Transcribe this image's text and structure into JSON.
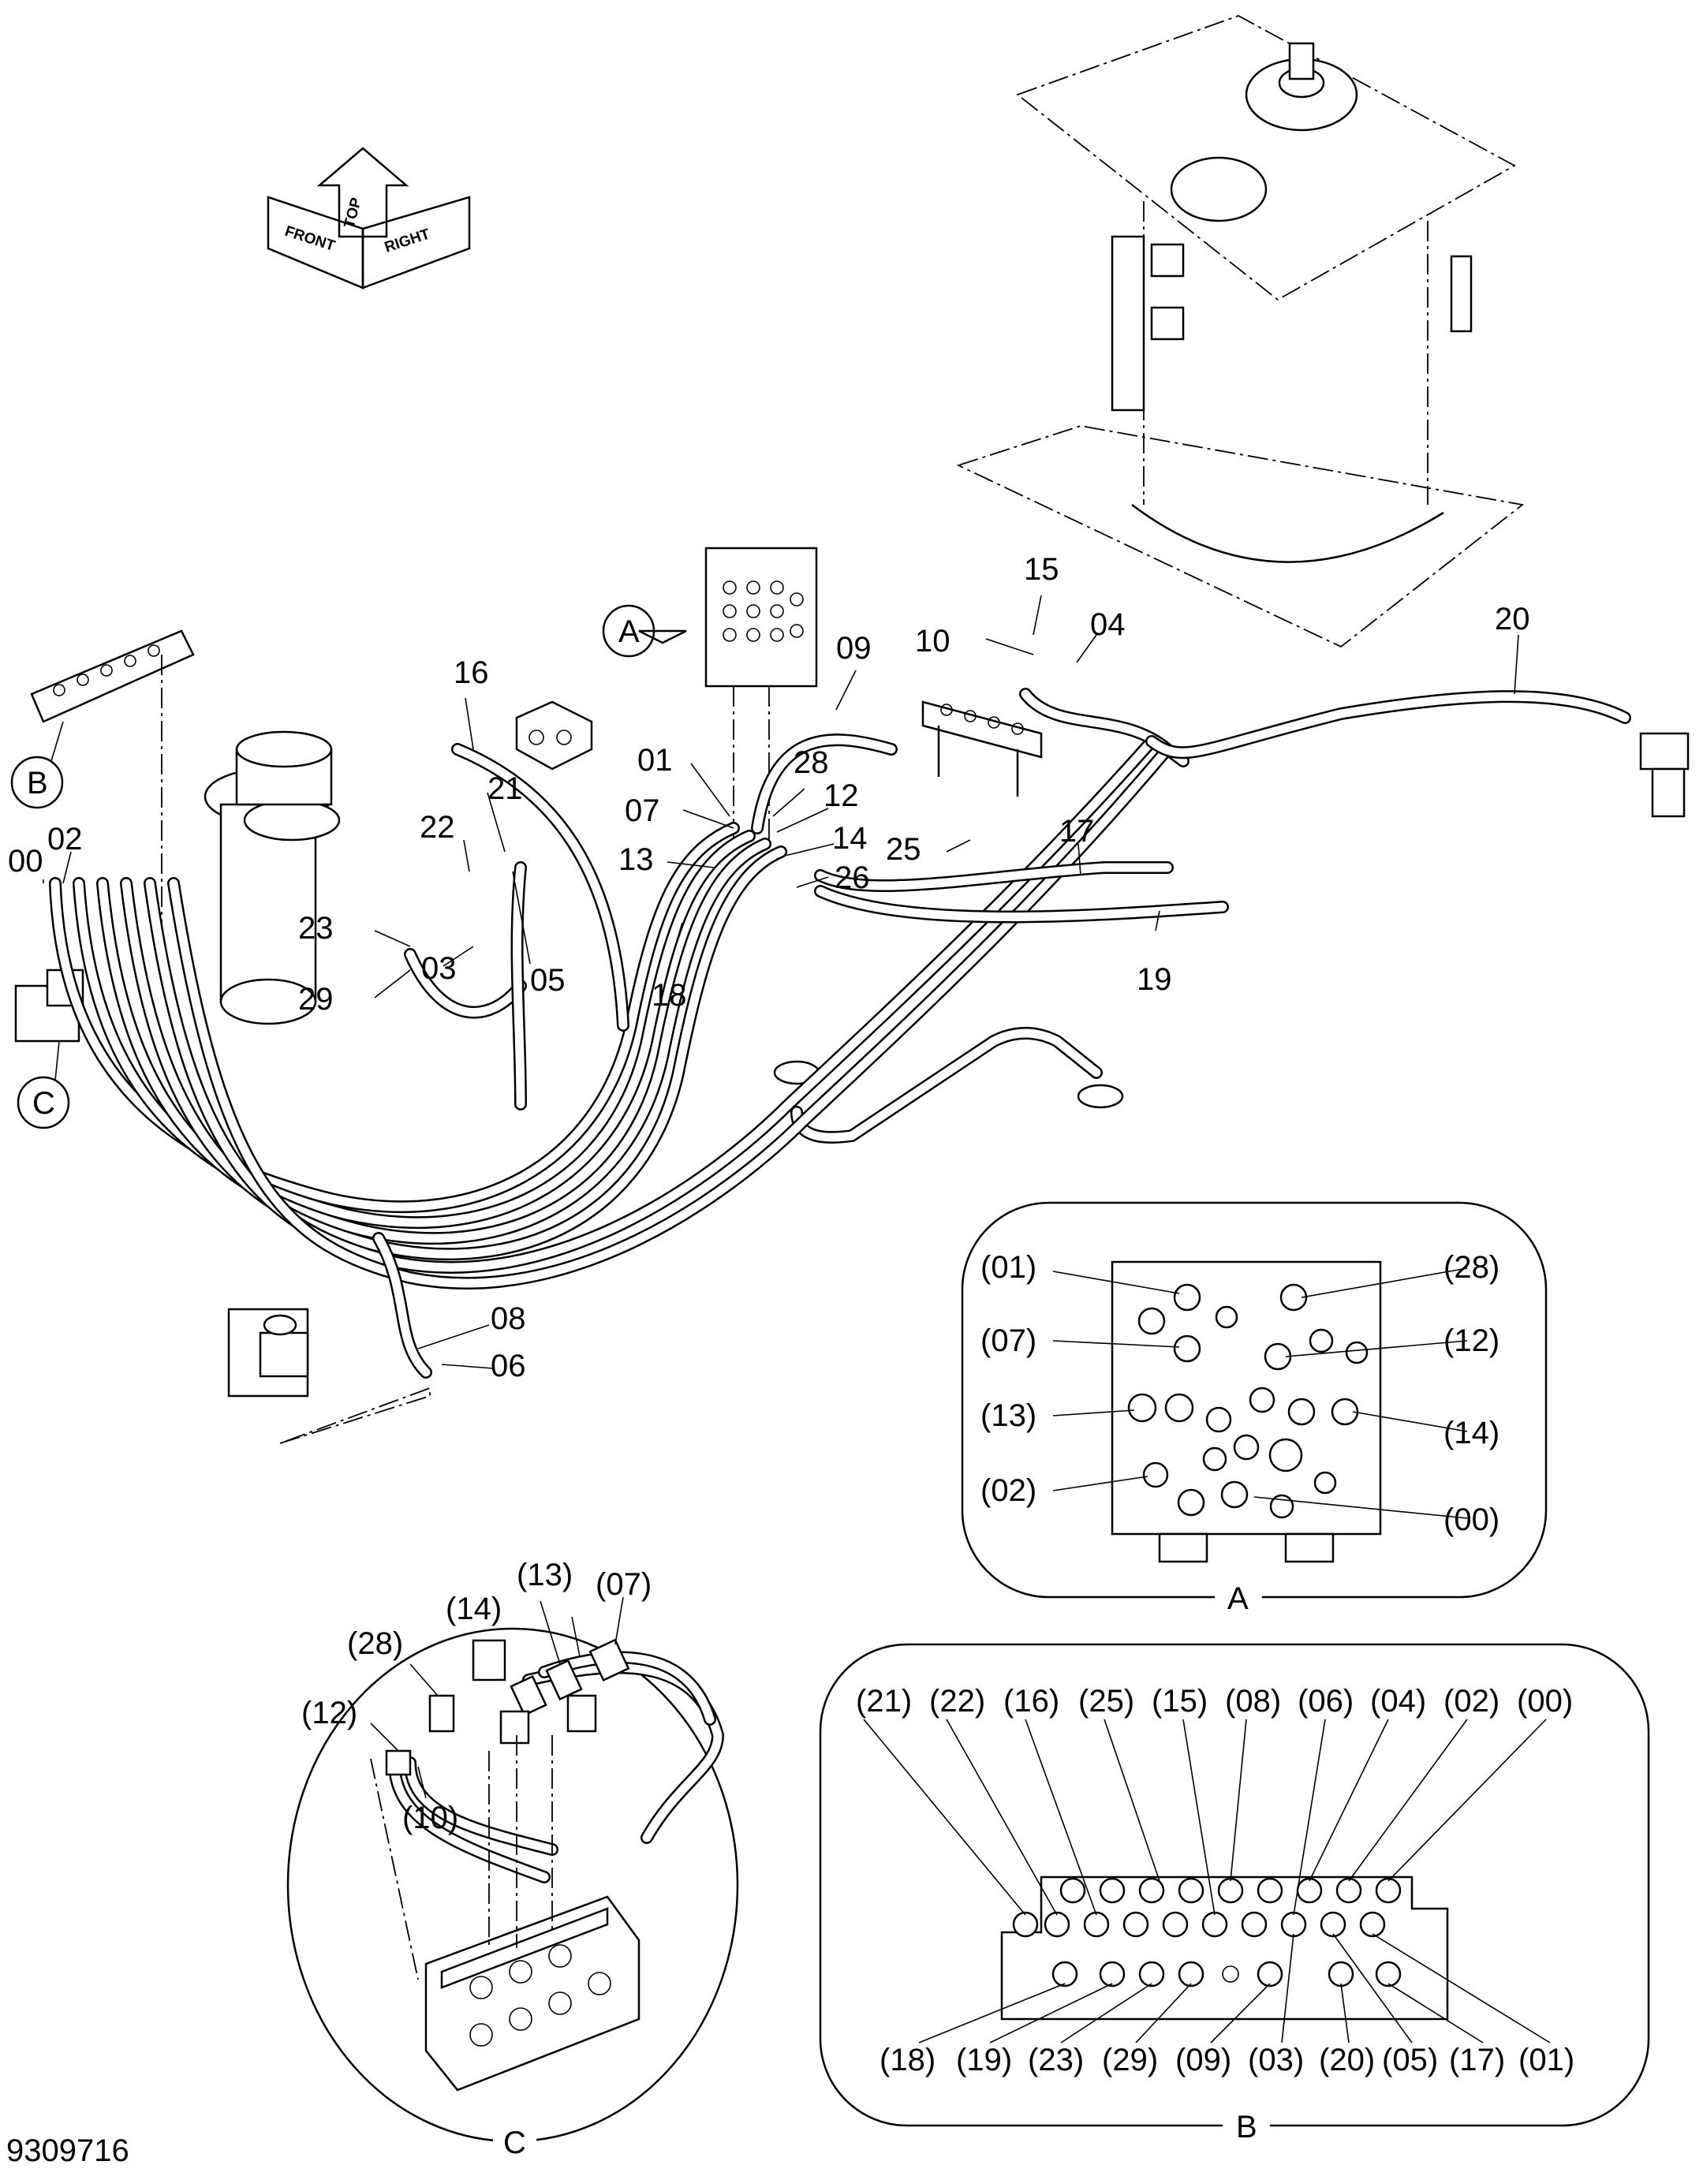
{
  "figure_id": "9309716",
  "orientation_icon": {
    "labels": [
      "TOP",
      "FRONT",
      "RIGHT"
    ]
  },
  "callouts": [
    {
      "id": "c00",
      "text": "00"
    },
    {
      "id": "c02",
      "text": "02"
    },
    {
      "id": "c16",
      "text": "16"
    },
    {
      "id": "c21",
      "text": "21"
    },
    {
      "id": "c22",
      "text": "22"
    },
    {
      "id": "c03",
      "text": "03"
    },
    {
      "id": "c05",
      "text": "05"
    },
    {
      "id": "c23",
      "text": "23"
    },
    {
      "id": "c29",
      "text": "29"
    },
    {
      "id": "c01",
      "text": "01"
    },
    {
      "id": "c07",
      "text": "07"
    },
    {
      "id": "c13",
      "text": "13"
    },
    {
      "id": "c18",
      "text": "18"
    },
    {
      "id": "c28",
      "text": "28"
    },
    {
      "id": "c12",
      "text": "12"
    },
    {
      "id": "c14",
      "text": "14"
    },
    {
      "id": "c26",
      "text": "26"
    },
    {
      "id": "c25",
      "text": "25"
    },
    {
      "id": "c09",
      "text": "09"
    },
    {
      "id": "c10",
      "text": "10"
    },
    {
      "id": "c15",
      "text": "15"
    },
    {
      "id": "c04",
      "text": "04"
    },
    {
      "id": "c20",
      "text": "20"
    },
    {
      "id": "c17",
      "text": "17"
    },
    {
      "id": "c19",
      "text": "19"
    },
    {
      "id": "c08",
      "text": "08"
    },
    {
      "id": "c06",
      "text": "06"
    }
  ],
  "view_markers": {
    "a": "A",
    "b": "B",
    "c": "C"
  },
  "detail_a": {
    "title": "A",
    "labels": [
      "(01)",
      "(28)",
      "(07)",
      "(12)",
      "(13)",
      "(14)",
      "(02)",
      "(00)"
    ]
  },
  "detail_b": {
    "title": "B",
    "top_labels": [
      "(21)",
      "(22)",
      "(16)",
      "(25)",
      "(15)",
      "(08)",
      "(06)",
      "(04)",
      "(02)",
      "(00)"
    ],
    "bottom_labels": [
      "(18)",
      "(19)",
      "(23)",
      "(29)",
      "(09)",
      "(03)",
      "(20)",
      "(05)",
      "(17)",
      "(01)"
    ]
  },
  "detail_c": {
    "title": "C",
    "labels": [
      "(13)",
      "(14)",
      "(07)",
      "(28)",
      "(12)",
      "(10)"
    ]
  }
}
